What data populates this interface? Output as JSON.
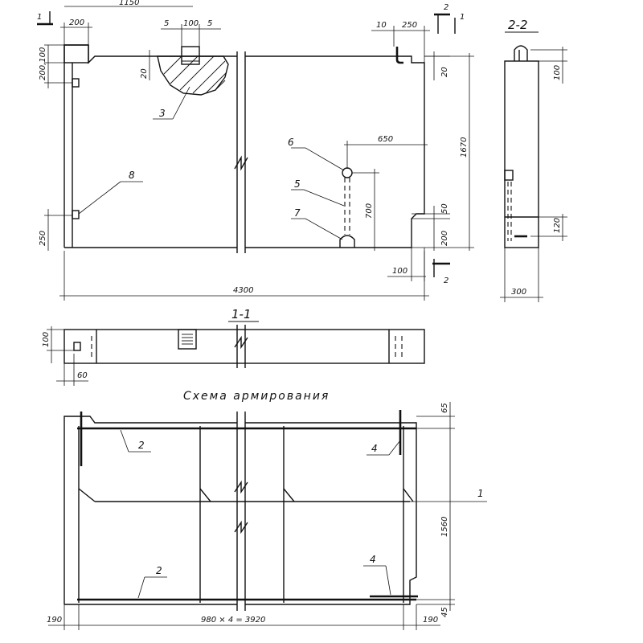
{
  "sections": {
    "section_1_1": "1-1",
    "section_2_2": "2-2",
    "scheme_title": "Схема армирования"
  },
  "section_marks": {
    "mark_1": "1",
    "mark_2": "2"
  },
  "main_view": {
    "dim_1150": "1150",
    "dim_200_top": "200",
    "dim_5_left": "5",
    "dim_100_top": "100",
    "dim_5_right": "5",
    "dim_10": "10",
    "dim_250_top": "250",
    "dim_200_100": "200,100",
    "dim_20_left": "20",
    "dim_20_right": "20",
    "dim_1670": "1670",
    "dim_650": "650",
    "dim_700": "700",
    "dim_50": "50",
    "dim_200_right": "200",
    "dim_250_left": "250",
    "dim_100_bottom": "100",
    "dim_4300": "4300",
    "callout_3": "3",
    "callout_5": "5",
    "callout_6": "6",
    "callout_7": "7",
    "callout_8": "8"
  },
  "view_2_2": {
    "dim_100": "100",
    "dim_120": "120",
    "dim_300": "300"
  },
  "view_1_1": {
    "dim_100": "100",
    "dim_60": "60"
  },
  "reinforcement": {
    "dim_65": "65",
    "dim_1560": "1560",
    "dim_45": "45",
    "dim_190_left": "190",
    "dim_span": "980 × 4 = 3920",
    "dim_190_right": "190",
    "callout_1": "1",
    "callout_2_top": "2",
    "callout_2_bottom": "2",
    "callout_4_top": "4",
    "callout_4_bottom": "4"
  }
}
